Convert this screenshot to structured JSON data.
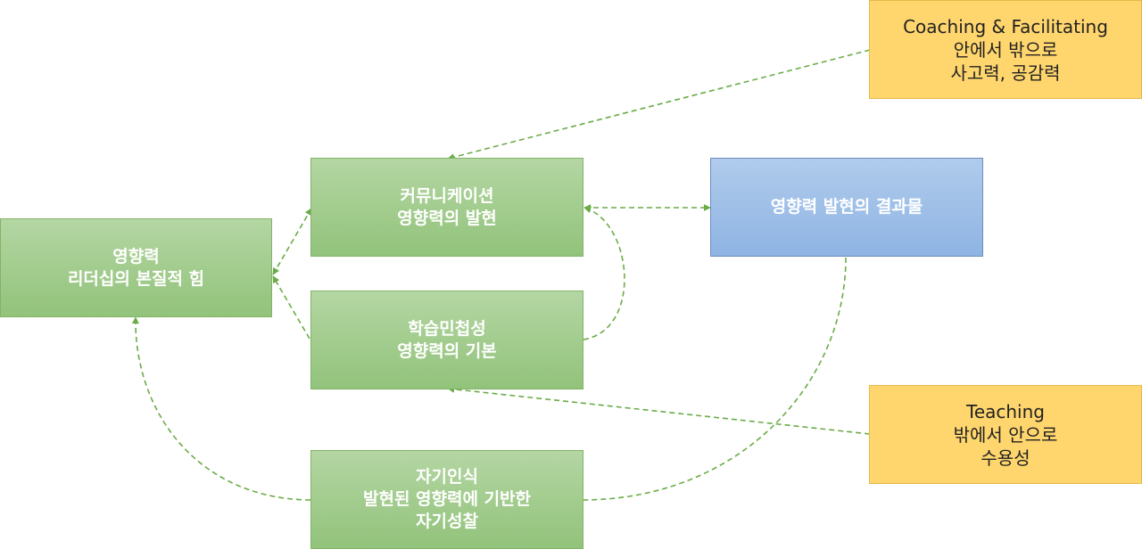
{
  "nodes": {
    "influence_core": {
      "line1": "영향력",
      "line2": "리더십의 본질적 힘"
    },
    "communication": {
      "line1": "커뮤니케이션",
      "line2": "영향력의 발현"
    },
    "learning_agility": {
      "line1": "학습민첩성",
      "line2": "영향력의 기본"
    },
    "self_awareness": {
      "line1": "자기인식",
      "line2": "발현된 영향력에 기반한",
      "line3": "자기성찰"
    },
    "influence_result": {
      "line1": "영향력 발현의 결과물"
    },
    "coaching": {
      "line1": "Coaching & Facilitating",
      "line2": "안에서 밖으로",
      "line3": "사고력, 공감력"
    },
    "teaching": {
      "line1": "Teaching",
      "line2": "밖에서 안으로",
      "line3": "수용성"
    }
  },
  "colors": {
    "edge": "#6aac46",
    "green_fill_top": "#b4d6a3",
    "green_fill_bottom": "#92c37b",
    "blue_fill_top": "#b0cbec",
    "blue_fill_bottom": "#8fb4e3",
    "orange_fill": "#ffd66e"
  }
}
